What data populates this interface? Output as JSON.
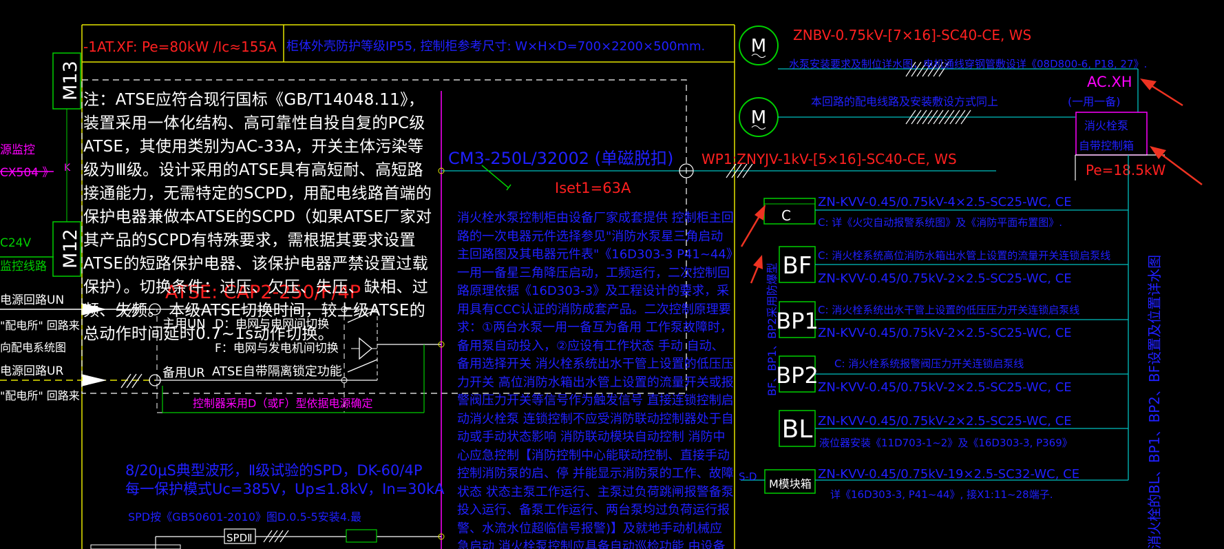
{
  "colors": {
    "background": "#000000",
    "white": "#ffffff",
    "yellow": "#e6e600",
    "red": "#ff2020",
    "blue": "#2020ff",
    "green": "#00d000",
    "cyan": "#00c0c0",
    "magenta": "#ff00ff",
    "arrow": "#ee3322"
  },
  "left": {
    "label_monitor": "源监控",
    "label_cx504": "CX504 》",
    "label_24v": "C24V",
    "label_monitor_line": "监控线路",
    "label_main_supply": "电源回路UN",
    "label_distribution_1": "\"配电所\" 回路来",
    "label_system_diagram": "向配电系统图",
    "label_backup_supply": "电源回路UR",
    "label_distribution_2": "\"配电所\" 回路来",
    "module_m13": "M13",
    "module_m12": "M12"
  },
  "cabinet": {
    "header_load": "-1AT.XF: Pe=80kW /Ic≈155A",
    "header_spec": "柜体外壳防护等级IP55, 控制柜参考尺寸: W×H×D=700×2200×500mm.",
    "atse_note": "注：ATSE应符合现行国标《GB/T14048.11》，装置采用一体化结构、高可靠性自投自复的PC级ATSE，其使用类别为AC-33A，开关主体污染等级为Ⅲ级。设计采用的ATSE具有高短耐、高短路接通能力，无需特定的SCPD，用配电线路首端的保护电器兼做本ATSE的SCPD（如果ATSE厂家对其产品的SCPD有特殊要求，需根据其要求设置ATSE的短路保护电器、该保护电器严禁设置过载保护）。切换条件：过压、欠压、失压、缺相、过频、失频。 本级ATSE切换时间，较上级ATSE的总动作时间延时0.7~1s动作切换。",
    "atse_model": "ATSE: CAP2-250/F/4P",
    "atse_main": "主用UN",
    "atse_backup": "备用UR",
    "atse_mode_d": "D：电网与电网间切换",
    "atse_mode_f": "F：电网与发电机间切换",
    "atse_lock": "ATSE自带隔离锁定功能",
    "controller_note": "控制器采用D（或F）型依据电源确定",
    "spd_line1": "8/20μS典型波形，Ⅱ级试验的SPD，DK-60/4P",
    "spd_line2": "每一保护模式Uc=385V，Up≤1.8kV，In=30kA",
    "spd_install": "SPD按《GB50601-2010》图D.0.5-5安装4.最",
    "spd_box": "SPDⅡ",
    "breaker_model": "CM3-250L/32002 (单磁脱扣)",
    "breaker_setting": "Iset1=63A",
    "pump_note": "消火栓水泵控制柜由设备厂家成套提供 控制柜主回路的一次电器元件选择参见\"消防水泵星三角启动主回路图及其电器元件表\"《16D303-3 P41~44》一用一备星三角降压启动，工频运行，二次控制回路原理依据《16D303-3》及工程设计的要求，采用具有CCC认证的消防成套产品。二次控制原理要求：①两台水泵一用一备互为备用 工作泵故障时，备用泵自动投入，②应设有工作状态 手动 自动、备用选择开关 消火栓系统出水干管上设置的低压压力开关 高位消防水箱出水管上设置的流量开关或报警阀压力开关等信号作为触发信号 直接连锁控制启动消火栓泵 连锁控制不应受消防联动控制器处于自动或手动状态影响 消防联动模块自动控制 消防中心应急控制【消防控制中心能联动控制、直接手动控制消防泵的启、停 并能显示消防泵的工作、故障状态 状态主泵工作运行、主泵过负荷跳闸报警备泵投入运行、备泵工作运行、两台泵均过负荷运行报警、水流水位超临信号报警)】及就地手动机械应急启动 消火栓泵控制应具备自动巡检功能 由设备厂家"
  },
  "feeders": {
    "motor1_cable": "ZNBV-0.75kV-[7×16]-SC40-CE, WS",
    "motor1_note": "水泵安装要求及制位详水图，电机通线穿钢管敷设详《08D800-6, P18, 27》.",
    "motor2_note": "本回路的配电线路及安装敷设方式同上",
    "main_cable": "WP1:ZNYJV-1kV-[5×16]-SC40-CE, WS",
    "box_code": "AC.XH",
    "box_qty": "(一用一备)",
    "box_name_1": "消火栓泵",
    "box_name_2": "自带控制箱",
    "box_power": "Pe=18.5kW",
    "c_code": "C",
    "c_cable": "ZN-KVV-0.45/0.75kV-4×2.5-SC25-WC, CE",
    "c_note": "C: 详《火灾自动报警系统图》及《消防平面布置图》.",
    "bf_code": "BF",
    "bf_note": "C: 消火栓系统高位消防水箱出水管上设置的流量开关连锁启泵线",
    "bf_cable": "ZN-KVV-0.45/0.75kV-2×2.5-SC25-WC, CE",
    "bp1_code": "BP1",
    "bp1_note": "C: 消火栓系统出水干管上设置的低压压力开关连锁启泵线",
    "bp1_cable": "ZN-KVV-0.45/0.75kV-2×2.5-SC25-WC, CE",
    "bp2_code": "BP2",
    "bp2_note": "C: 消火栓系统报警阀压力开关连锁启泵线",
    "bp2_cable": "ZN-KVV-0.45/0.75kV-2×2.5-SC25-WC, CE",
    "bl_code": "BL",
    "bl_cable": "ZN-KVV-0.45/0.75kV-2×2.5-SC25-WC, CE",
    "bl_note": "液位器安装《11D703-1~2》及《16D303-3, P369》",
    "module_label": "M模块箱",
    "module_cable": "ZN-KVV-0.45/0.75kV-19×2.5-SC32-WC, CE",
    "module_note": "详《16D303-3, P41~44》, 接X1:11~28端子.",
    "sd_label": "S-D",
    "vertical_note_left": "BF、BP1、BP2采用防爆型",
    "vertical_note_right": "消火栓的BL、BP1、BP2、BF设置及位置详水图"
  }
}
